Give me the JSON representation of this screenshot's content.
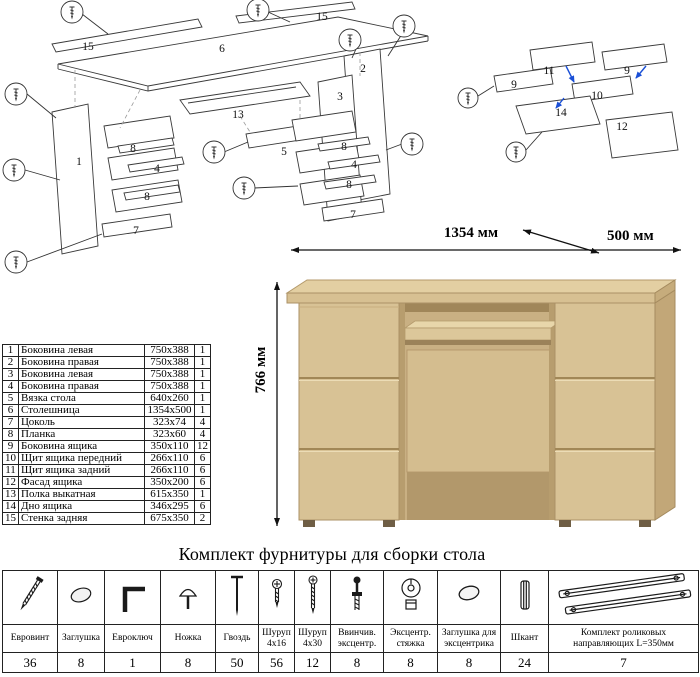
{
  "diagram_main": {
    "callouts": [
      "15",
      "6",
      "15",
      "1",
      "8",
      "4",
      "8",
      "7",
      "13",
      "5",
      "2",
      "3",
      "8",
      "4",
      "8",
      "7"
    ]
  },
  "diagram_drawer": {
    "callouts": [
      "11",
      "9",
      "9",
      "10",
      "14",
      "12"
    ]
  },
  "parts_table": {
    "rows": [
      {
        "num": "1",
        "name": "Боковина левая",
        "size": "750x388",
        "qty": "1"
      },
      {
        "num": "2",
        "name": "Боковина правая",
        "size": "750x388",
        "qty": "1"
      },
      {
        "num": "3",
        "name": "Боковина левая",
        "size": "750x388",
        "qty": "1"
      },
      {
        "num": "4",
        "name": "Боковина правая",
        "size": "750x388",
        "qty": "1"
      },
      {
        "num": "5",
        "name": "Вязка стола",
        "size": "640x260",
        "qty": "1"
      },
      {
        "num": "6",
        "name": "Столешница",
        "size": "1354x500",
        "qty": "1"
      },
      {
        "num": "7",
        "name": "Цоколь",
        "size": "323x74",
        "qty": "4"
      },
      {
        "num": "8",
        "name": "Планка",
        "size": "323x60",
        "qty": "4"
      },
      {
        "num": "9",
        "name": "Боковина ящика",
        "size": "350x110",
        "qty": "12"
      },
      {
        "num": "10",
        "name": "Щит ящика передний",
        "size": "266x110",
        "qty": "6"
      },
      {
        "num": "11",
        "name": "Щит ящика задний",
        "size": "266x110",
        "qty": "6"
      },
      {
        "num": "12",
        "name": "Фасад ящика",
        "size": "350x200",
        "qty": "6"
      },
      {
        "num": "13",
        "name": "Полка выкатная",
        "size": "615x350",
        "qty": "1"
      },
      {
        "num": "14",
        "name": "Дно ящика",
        "size": "346x295",
        "qty": "6"
      },
      {
        "num": "15",
        "name": "Стенка задняя",
        "size": "675x350",
        "qty": "2"
      }
    ]
  },
  "dimensions": {
    "width": "1354 мм",
    "depth": "500 мм",
    "height": "766 мм"
  },
  "hardware": {
    "title": "Комплект фурнитуры для сборки стола",
    "items": [
      {
        "name": "Евровинт",
        "qty": "36",
        "icon": "confirmat-screw-icon"
      },
      {
        "name": "Заглушка",
        "qty": "8",
        "icon": "cap-icon"
      },
      {
        "name": "Евроключ",
        "qty": "1",
        "icon": "hex-key-icon"
      },
      {
        "name": "Ножка",
        "qty": "8",
        "icon": "foot-icon"
      },
      {
        "name": "Гвоздь",
        "qty": "50",
        "icon": "nail-icon"
      },
      {
        "name": "Шуруп 4x16",
        "qty": "56",
        "icon": "screw-4x16-icon"
      },
      {
        "name": "Шуруп 4x30",
        "qty": "12",
        "icon": "screw-4x30-icon"
      },
      {
        "name": "Ввинчив. эксцентр.",
        "qty": "8",
        "icon": "cam-stud-icon"
      },
      {
        "name": "Эксцентр. стяжка",
        "qty": "8",
        "icon": "cam-lock-icon"
      },
      {
        "name": "Заглушка для эксцентрика",
        "qty": "8",
        "icon": "cam-cap-icon"
      },
      {
        "name": "Шкант",
        "qty": "24",
        "icon": "wood-dowel-icon"
      },
      {
        "name": "Комплект роликовых направляющих L=350мм",
        "qty": "7",
        "icon": "drawer-slides-icon"
      }
    ]
  },
  "colors": {
    "wood_top": "#e3cfa2",
    "wood_front": "#d8c295",
    "wood_side": "#c2a778",
    "wood_interior": "#c9b083",
    "line_art": "#3a3a3a",
    "assembly_arrow_blue": "#1a4fd6"
  }
}
